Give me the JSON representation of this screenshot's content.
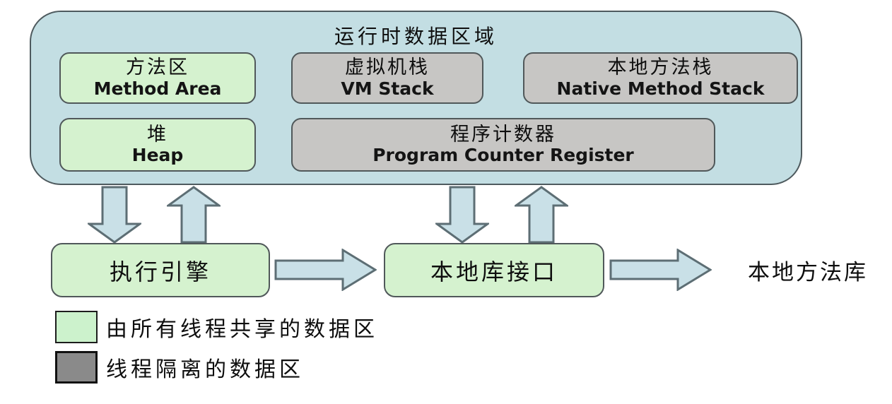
{
  "title": "运行时数据区域",
  "runtime_boxes": {
    "method_area": {
      "zh": "方法区",
      "en": "Method Area",
      "type": "shared"
    },
    "vm_stack": {
      "zh": "虚拟机栈",
      "en": "VM Stack",
      "type": "isolated"
    },
    "native_method_stack": {
      "zh": "本地方法栈",
      "en": "Native Method Stack",
      "type": "isolated"
    },
    "heap": {
      "zh": "堆",
      "en": "Heap",
      "type": "shared"
    },
    "program_counter_register": {
      "zh": "程序计数器",
      "en": "Program Counter Register",
      "type": "isolated"
    }
  },
  "flow_nodes": {
    "execution_engine": "执行引擎",
    "native_library_interface": "本地库接口",
    "native_method_library": "本地方法库"
  },
  "legend": {
    "items": [
      {
        "label": "由所有线程共享的数据区",
        "swatch_color": "#ccf2cc"
      },
      {
        "label": "线程隔离的数据区",
        "swatch_color": "#8a8a8a"
      }
    ]
  },
  "colors": {
    "container_fill": "#c3dee3",
    "shared_fill": "#d5f2cf",
    "isolated_fill": "#c7c6c4",
    "arrow_fill": "#c9e0e7",
    "arrow_stroke": "#5d6e74",
    "box_border": "#50585a"
  }
}
